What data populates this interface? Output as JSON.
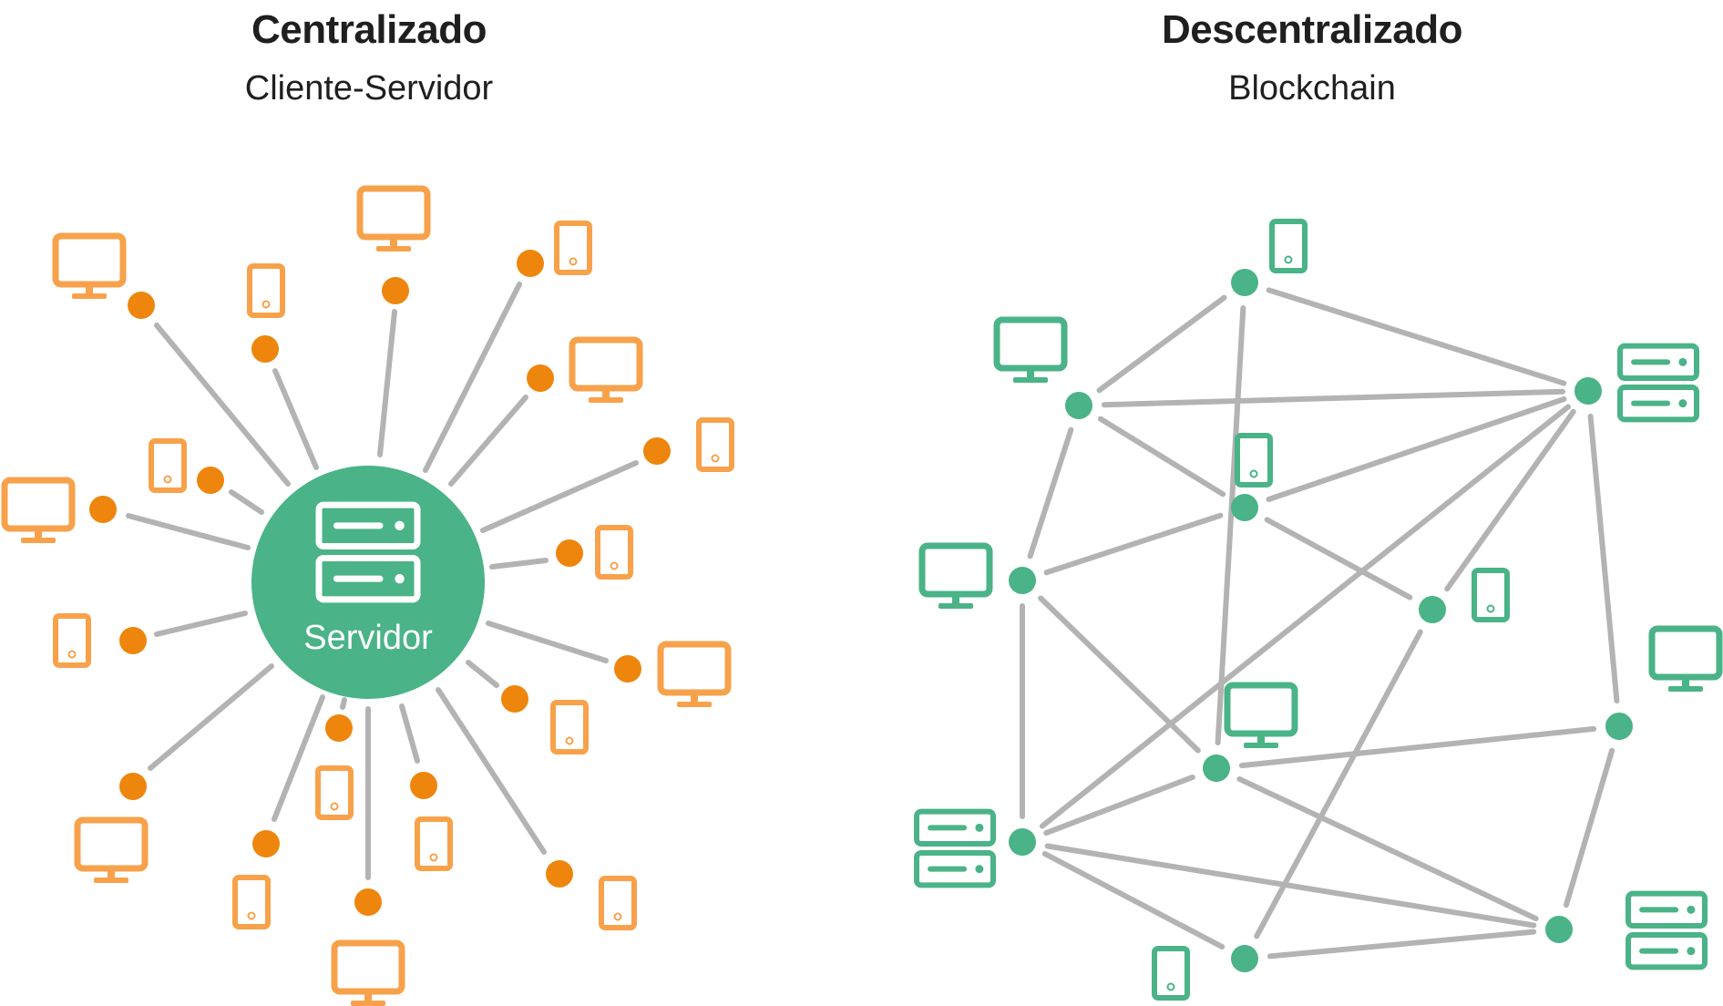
{
  "centralized": {
    "title": "Centralizado",
    "subtitle": "Cliente-Servidor",
    "server_label": "Servidor",
    "device_color": "#f7a24b",
    "node_color": "#ee860d",
    "server_color": "#4ab387"
  },
  "decentralized": {
    "title": "Descentralizado",
    "subtitle": "Blockchain",
    "device_color": "#4ab387",
    "node_color": "#4ab387"
  },
  "edge_color": "#b3b3b3",
  "icons": {
    "computer": "monitor-icon",
    "phone": "phone-icon",
    "server": "server-icon"
  }
}
